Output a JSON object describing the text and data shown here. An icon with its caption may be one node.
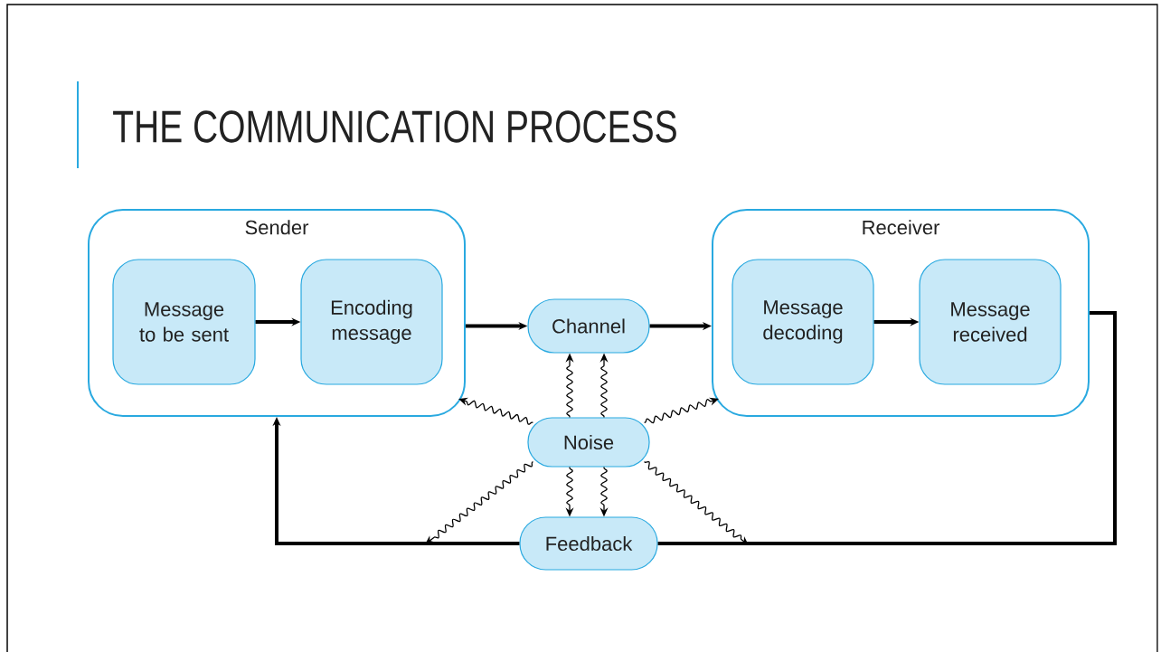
{
  "diagram": {
    "title": "THE COMMUNICATION PROCESS",
    "nodes": [
      {
        "text": [
          "Sender"
        ]
      },
      {
        "text": [
          "Message to be sent"
        ],
        "in": 0
      },
      {
        "text": [
          "Encoding message"
        ],
        "in": 0
      },
      {
        "text": [
          "Channel"
        ]
      },
      {
        "text": [
          "Receiver"
        ]
      },
      {
        "text": [
          "Message decoding"
        ],
        "in": 4
      },
      {
        "text": [
          "Message received"
        ],
        "in": 4
      },
      {
        "text": [
          "Noise"
        ]
      },
      {
        "text": [
          "Feedback"
        ]
      }
    ],
    "edges": [
      {
        "from": 1,
        "to": 2,
        "arrow": "to",
        "style": "thick"
      },
      {
        "from": 0,
        "to": 3,
        "arrow": "to",
        "style": "thick"
      },
      {
        "from": 3,
        "to": 4,
        "arrow": "to",
        "style": "thick"
      },
      {
        "from": 5,
        "to": 6,
        "arrow": "to",
        "style": "thick"
      },
      {
        "from": 4,
        "to": 8,
        "arrow": "none",
        "style": "thick"
      },
      {
        "from": 8,
        "to": 0,
        "arrow": "to",
        "style": "thick"
      },
      {
        "from": 7,
        "to": 3,
        "arrow": "to"
      },
      {
        "from": 7,
        "to": 3,
        "arrow": "to"
      },
      {
        "from": 7,
        "to": 0,
        "arrow": "to"
      },
      {
        "from": 7,
        "to": 4,
        "arrow": "to"
      },
      {
        "from": 7,
        "to": 8,
        "arrow": "to"
      },
      {
        "from": 7,
        "to": 8,
        "arrow": "to"
      },
      {
        "from": 7,
        "to": null,
        "arrow": "to"
      },
      {
        "from": 7,
        "to": null,
        "arrow": "to"
      }
    ]
  }
}
